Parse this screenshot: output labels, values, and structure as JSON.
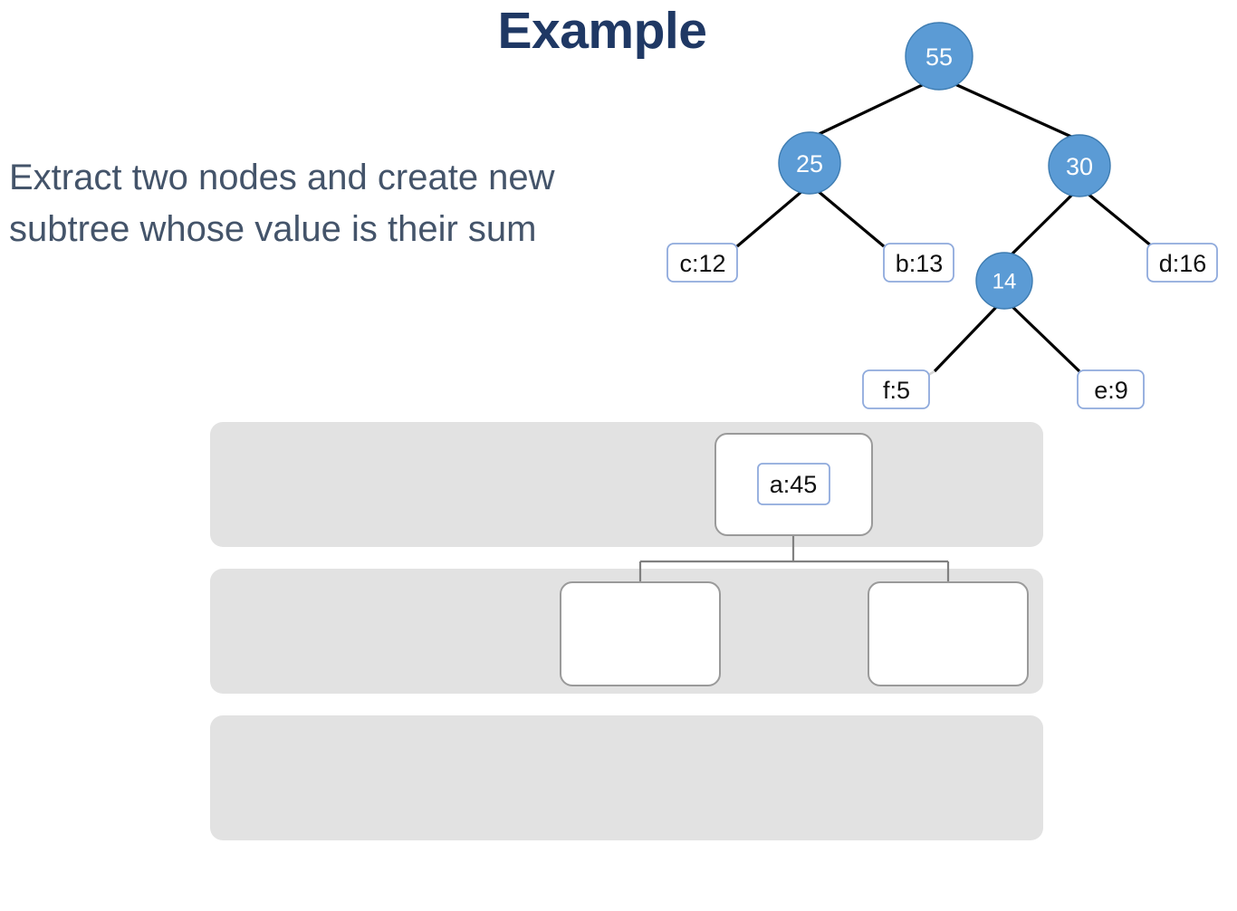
{
  "slide": {
    "title": "Example",
    "background_color": "#FFFFFF",
    "title_color": "#1F3864",
    "body_text_color": "#44546A"
  },
  "bullets": [
    {
      "marker": "•",
      "text": "Extract two nodes and create new subtree whose value is their sum"
    }
  ],
  "tree": {
    "node_fill": "#5B9BD5",
    "node_stroke": "#3E7CB1",
    "node_text_color": "#FFFFFF",
    "leaf_fill": "#FFFFFF",
    "leaf_stroke": "#8FAADC",
    "leaf_text_color": "#111111",
    "edge_color": "#000000",
    "nodes": [
      {
        "id": "n55",
        "label": "55",
        "kind": "circle"
      },
      {
        "id": "n25",
        "label": "25",
        "kind": "circle"
      },
      {
        "id": "n30",
        "label": "30",
        "kind": "circle"
      },
      {
        "id": "n14",
        "label": "14",
        "kind": "circle"
      },
      {
        "id": "lc",
        "label": "c:12",
        "kind": "leaf"
      },
      {
        "id": "lb",
        "label": "b:13",
        "kind": "leaf"
      },
      {
        "id": "ld",
        "label": "d:16",
        "kind": "leaf"
      },
      {
        "id": "lf",
        "label": "f:5",
        "kind": "leaf"
      },
      {
        "id": "le",
        "label": "e:9",
        "kind": "leaf"
      }
    ],
    "edges": [
      {
        "from": "n55",
        "to": "n25"
      },
      {
        "from": "n55",
        "to": "n30"
      },
      {
        "from": "n25",
        "to": "lc"
      },
      {
        "from": "n25",
        "to": "lb"
      },
      {
        "from": "n30",
        "to": "n14"
      },
      {
        "from": "n30",
        "to": "ld"
      },
      {
        "from": "n14",
        "to": "lf"
      },
      {
        "from": "n14",
        "to": "le"
      }
    ]
  },
  "org_chart": {
    "band_color": "#E2E2E2",
    "box_fill": "#FFFFFF",
    "box_stroke": "#9A9A9A",
    "connector_color": "#808080",
    "parent": {
      "label": "a:45"
    },
    "children": [
      {
        "label": ""
      },
      {
        "label": ""
      }
    ]
  }
}
